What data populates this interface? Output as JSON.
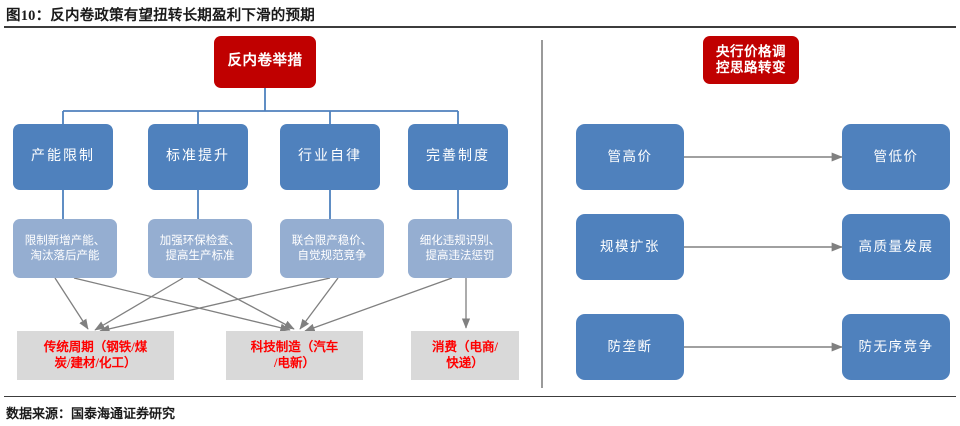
{
  "figure": {
    "title": "图10：反内卷政策有望扭转长期盈利下滑的预期",
    "source": "数据来源：国泰海通证券研究"
  },
  "left_panel": {
    "root": {
      "label": "反内卷举措"
    },
    "pillars": [
      {
        "label": "产能限制"
      },
      {
        "label": "标准提升"
      },
      {
        "label": "行业自律"
      },
      {
        "label": "完善制度"
      }
    ],
    "details": [
      {
        "label": "限制新增产能、\n淘汰落后产能"
      },
      {
        "label": "加强环保检查、\n提高生产标准"
      },
      {
        "label": "联合限产稳价、\n自觉规范竞争"
      },
      {
        "label": "细化违规识别、\n提高违法惩罚"
      }
    ],
    "sectors": [
      {
        "label": "传统周期（钢铁/煤\n炭/建材/化工）"
      },
      {
        "label": "科技制造（汽车\n/电新）"
      },
      {
        "label": "消费（电商/\n快递）"
      }
    ]
  },
  "right_panel": {
    "header": {
      "label": "央行价格调\n控思路转变"
    },
    "transitions": [
      {
        "from": "管高价",
        "to": "管低价"
      },
      {
        "from": "规模扩张",
        "to": "高质量发展"
      },
      {
        "from": "防垄断",
        "to": "防无序竞争"
      }
    ]
  },
  "colors": {
    "red": "#c00000",
    "blue": "#4f81bd",
    "blue_light": "#95aed1",
    "gray_box": "#d9d9d9",
    "sector_text": "#ff0000",
    "connector": "#4f81bd",
    "arrow": "#808080",
    "divider": "#9a9a9a"
  }
}
